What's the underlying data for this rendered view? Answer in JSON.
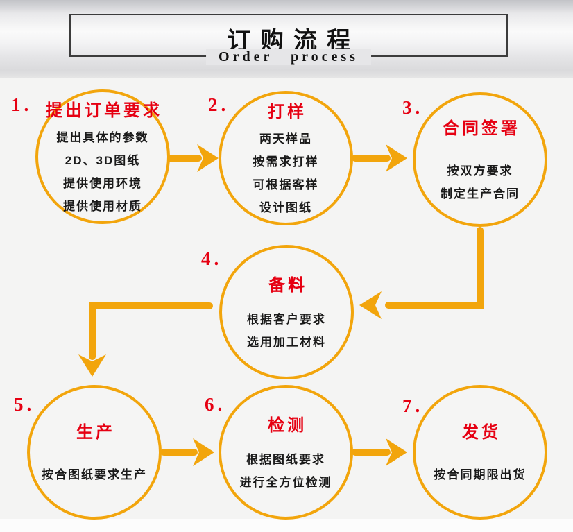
{
  "header": {
    "title": "订购流程",
    "subtitle": "Order process"
  },
  "steps": [
    {
      "number": "1.",
      "title": "提出订单要求",
      "lines": [
        "提出具体的参数",
        "2D、3D图纸",
        "提供使用环境",
        "提供使用材质"
      ]
    },
    {
      "number": "2.",
      "title": "打样",
      "lines": [
        "两天样品",
        "按需求打样",
        "可根据客样",
        "设计图纸"
      ]
    },
    {
      "number": "3.",
      "title": "合同签署",
      "lines": [
        "按双方要求",
        "制定生产合同"
      ]
    },
    {
      "number": "4.",
      "title": "备料",
      "lines": [
        "根据客户要求",
        "选用加工材料"
      ]
    },
    {
      "number": "5.",
      "title": "生产",
      "lines": [
        "按合图纸要求生产"
      ]
    },
    {
      "number": "6.",
      "title": "检测",
      "lines": [
        "根据图纸要求",
        "进行全方位检测"
      ]
    },
    {
      "number": "7.",
      "title": "发货",
      "lines": [
        "按合同期限出货"
      ]
    }
  ],
  "flow": {
    "connections": [
      "1→2",
      "2→3",
      "3→4",
      "4→5",
      "5→6",
      "6→7"
    ]
  },
  "colors": {
    "accent_gold": "#F2A50C",
    "step_red": "#E60012",
    "text_black": "#1a1a1a",
    "header_border": "#3c3c3c"
  }
}
